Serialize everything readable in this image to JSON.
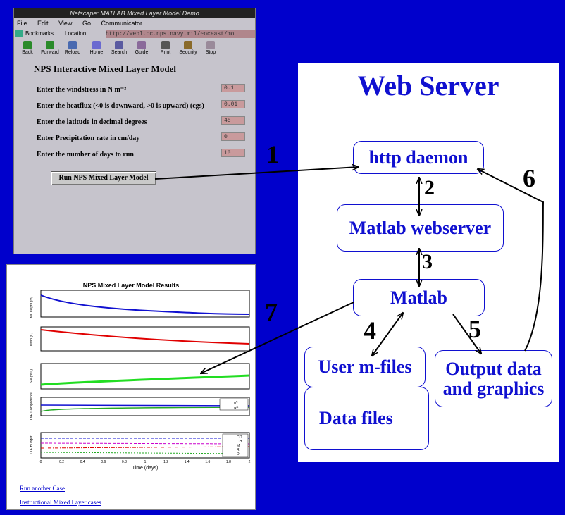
{
  "browser": {
    "title": "Netscape: MATLAB Mixed Layer Model Demo",
    "menu": [
      "File",
      "Edit",
      "View",
      "Go",
      "Communicator"
    ],
    "bookmarks_label": "Bookmarks",
    "location_label": "Location:",
    "location_url": "http://webl.oc.nps.navy.mil/~oceast/mo",
    "toolbar": [
      "Back",
      "Forward",
      "Reload",
      "Home",
      "Search",
      "Guide",
      "Print",
      "Security",
      "Stop"
    ],
    "form_title": "NPS Interactive Mixed Layer Model",
    "fields": [
      {
        "label": "Enter the windstress in N m⁻²",
        "value": "0.1"
      },
      {
        "label": "Enter the heatflux (<0 is downward, >0 is upward) (cgs)",
        "value": "0.01"
      },
      {
        "label": "Enter the latitude in decimal degrees",
        "value": "45"
      },
      {
        "label": "Enter Precipitation rate in cm/day",
        "value": "0"
      },
      {
        "label": "Enter the number of days to run",
        "value": "10"
      }
    ],
    "run_button": "Run NPS Mixed Layer Model"
  },
  "results": {
    "title": "NPS Mixed Layer Model Results",
    "xlabel": "Time (days)",
    "panel_ylabels": [
      "ML Depth (m)",
      "Temp (C)",
      "Sal (psu)",
      "TKE Components",
      "TKE Budget"
    ],
    "x_ticks": [
      "0",
      "0.2",
      "0.4",
      "0.6",
      "0.8",
      "1",
      "1.2",
      "1.4",
      "1.6",
      "1.8",
      "2"
    ],
    "legend4": [
      "u'²",
      "w'²"
    ],
    "legend5": [
      "CO",
      "CH",
      "M",
      "R",
      "D"
    ],
    "links": [
      "Run another Case",
      "Instructional Mixed Layer cases"
    ]
  },
  "server": {
    "title": "Web Server",
    "boxes": {
      "http": "http daemon",
      "mws": "Matlab webserver",
      "matlab": "Matlab",
      "mfiles": "User m-files",
      "output": "Output data and graphics",
      "data": "Data  files"
    }
  },
  "steps": [
    "1",
    "2",
    "3",
    "4",
    "5",
    "6",
    "7"
  ],
  "colors": {
    "background": "#0000cc",
    "server_text": "#1010d0",
    "ml_depth": "#1010d0",
    "temp": "#e00000",
    "sal": "#22dd22"
  }
}
